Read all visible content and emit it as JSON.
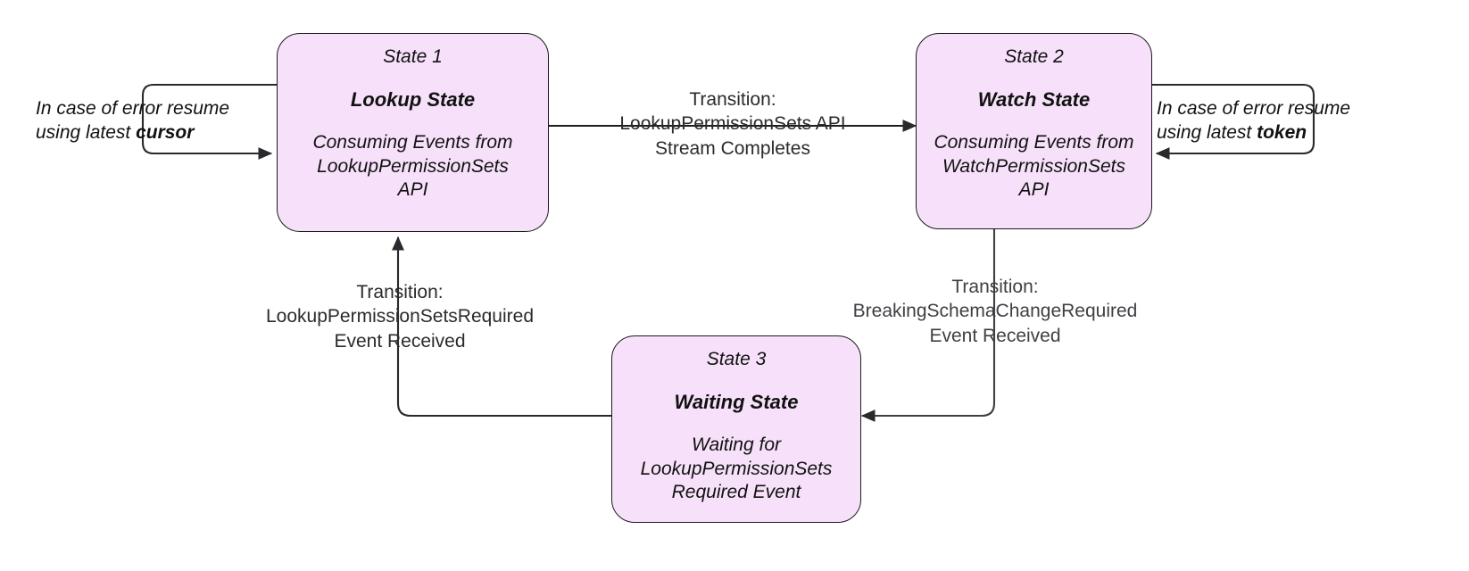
{
  "diagram": {
    "title": "Permission Sets Event Consumption State Machine",
    "type": "state-transition-diagram",
    "background_color": "#ffffff",
    "node_fill_color": "#f7e1fa",
    "node_border_color": "#1a1a1a",
    "edge_color": "#3f3f44"
  },
  "states": [
    {
      "index_label": "State 1",
      "title": "Lookup State",
      "description": "Consuming Events from\nLookupPermissionSets\nAPI"
    },
    {
      "index_label": "State 2",
      "title": "Watch State",
      "description": "Consuming Events from\nWatchPermissionSets\nAPI"
    },
    {
      "index_label": "State 3",
      "title": "Waiting State",
      "description": "Waiting for\nLookupPermissionSets\nRequired Event"
    }
  ],
  "transitions": [
    {
      "id": "lookup-to-watch",
      "from": "State 1",
      "to": "State 2",
      "label": "Transition:\nLookupPermissionSets API\nStream Completes"
    },
    {
      "id": "waiting-to-lookup",
      "from": "State 3",
      "to": "State 1",
      "label": "Transition:\nLookupPermissionSetsRequired\nEvent Received"
    },
    {
      "id": "watch-to-waiting",
      "from": "State 2",
      "to": "State 3",
      "label": "Transition:\nBreakingSchemaChangeRequired\nEvent Received"
    }
  ],
  "self_loops": [
    {
      "id": "lookup-retry",
      "on": "State 1",
      "line1": "In case of error resume",
      "line2_prefix": "using latest ",
      "line2_emphasis": "cursor"
    },
    {
      "id": "watch-retry",
      "on": "State 2",
      "line1": "In case of error resume",
      "line2_prefix": "using latest ",
      "line2_emphasis": "token"
    }
  ]
}
